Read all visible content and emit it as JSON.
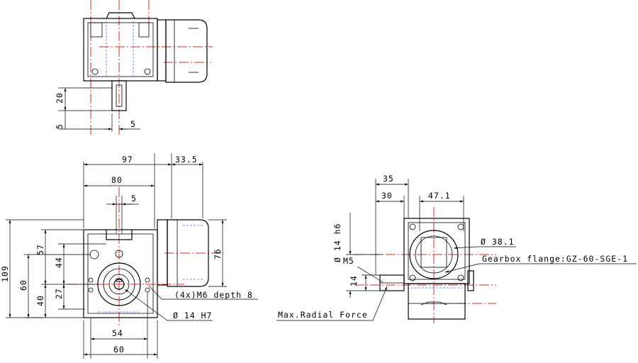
{
  "views": {
    "top": {
      "dims": {
        "shaft_length": "20",
        "shaft_offset": "5",
        "key_width": "5"
      }
    },
    "front": {
      "dims": {
        "width_97": "97",
        "motor_33_5": "33.5",
        "width_80": "80",
        "key_5": "5",
        "height_109": "109",
        "height_57": "57",
        "height_60": "60",
        "height_44": "44",
        "height_27": "27",
        "height_40": "40",
        "motor_76": "76",
        "bottom_54": "54",
        "bottom_60": "60"
      },
      "notes": {
        "holes": "(4x)M6 depth 8",
        "bore": "Ø 14 H7"
      }
    },
    "side": {
      "dims": {
        "width_35": "35",
        "width_30": "30",
        "width_47_1": "47.1",
        "shaft_dia": "Ø 14 h6",
        "thread": "M5",
        "shaft_14": "14"
      },
      "notes": {
        "flange_dia": "Ø 38.1",
        "flange": "Gearbox flange:GZ-60-SGE-1",
        "radial_force": "Max.Radial Force"
      }
    }
  },
  "colors": {
    "outline": "#000000",
    "centerline": "#e0242a",
    "hidden": "#3a7bd5"
  }
}
